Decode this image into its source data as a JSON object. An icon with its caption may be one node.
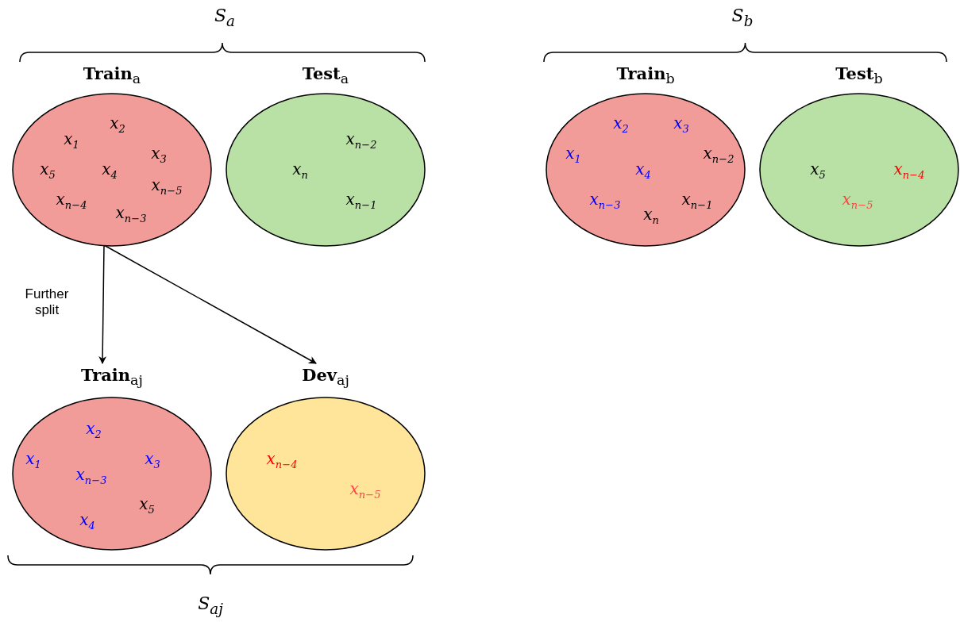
{
  "diagram": {
    "nodes": [
      {
        "text": [
          "**Train**$_{a}$",
          "x$_{2}$",
          "x$_{1}$",
          "x$_{3}$",
          "x$_{5}$",
          "x$_{4}$",
          "x$_{n−5}$",
          "x$_{n−4}$",
          "x$_{n−3}$"
        ]
      },
      {
        "text": [
          "**Test**$_{a}$",
          "x$_{n−2}$",
          "x$_{n}$",
          "x$_{n−1}$"
        ]
      },
      {
        "text": [
          "**Train**$_{b}$",
          "x$_{2}$",
          "x$_{3}$",
          "x$_{1}$",
          "x$_{4}$",
          "x$_{n−2}$",
          "x$_{n−3}$",
          "x$_{n−1}$",
          "x$_{n}$"
        ]
      },
      {
        "text": [
          "**Test**$_{b}$",
          "x$_{5}$",
          "x$_{n−4}$",
          "x$_{n−5}$"
        ]
      },
      {
        "text": [
          "**Train**$_{aj}$",
          "x$_{2}$",
          "x$_{1}$",
          "x$_{3}$",
          "x$_{n−3}$",
          "x$_{5}$",
          "x$_{4}$"
        ]
      },
      {
        "text": [
          "**Dev**$_{aj}$",
          "x$_{n−4}$",
          "x$_{n−5}$"
        ]
      }
    ],
    "edges": [
      {
        "from": 0,
        "to": 4,
        "arrow": "to",
        "label": "Further split"
      },
      {
        "from": 0,
        "to": 5,
        "arrow": "to"
      }
    ],
    "labels": [
      "S$_{a}$",
      "S$_{b}$",
      "S$_{aj}$"
    ]
  }
}
